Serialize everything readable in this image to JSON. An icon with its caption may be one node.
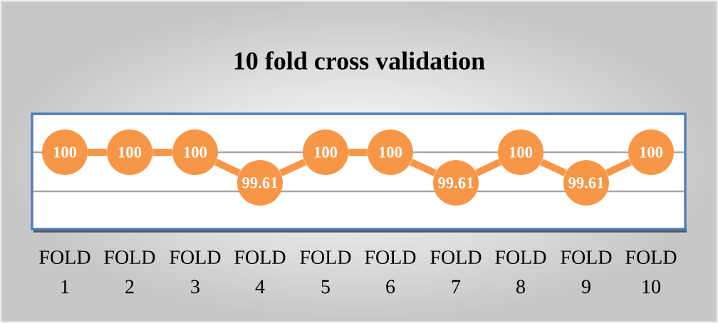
{
  "diagram": {
    "title": "10 fold cross validation",
    "nodes": [
      {
        "text": [
          "100"
        ]
      },
      {
        "text": [
          "100"
        ]
      },
      {
        "text": [
          "100"
        ]
      },
      {
        "text": [
          "99.61"
        ]
      },
      {
        "text": [
          "100"
        ]
      },
      {
        "text": [
          "100"
        ]
      },
      {
        "text": [
          "99.61"
        ]
      },
      {
        "text": [
          "100"
        ]
      },
      {
        "text": [
          "99.61"
        ]
      },
      {
        "text": [
          "100"
        ]
      }
    ],
    "edges": [
      {
        "from": 0,
        "to": 1,
        "arrow": "none"
      },
      {
        "from": 1,
        "to": 2,
        "arrow": "none"
      },
      {
        "from": 2,
        "to": 3,
        "arrow": "none"
      },
      {
        "from": 3,
        "to": 4,
        "arrow": "none"
      },
      {
        "from": 4,
        "to": 5,
        "arrow": "none"
      },
      {
        "from": 5,
        "to": 6,
        "arrow": "none"
      },
      {
        "from": 6,
        "to": 7,
        "arrow": "none"
      },
      {
        "from": 7,
        "to": 8,
        "arrow": "none"
      },
      {
        "from": 8,
        "to": 9,
        "arrow": "none"
      }
    ],
    "labels": [
      "FOLD 1",
      "FOLD 2",
      "FOLD 3",
      "FOLD 4",
      "FOLD 5",
      "FOLD 6",
      "FOLD 7",
      "FOLD 8",
      "FOLD 9",
      "FOLD 10"
    ]
  }
}
